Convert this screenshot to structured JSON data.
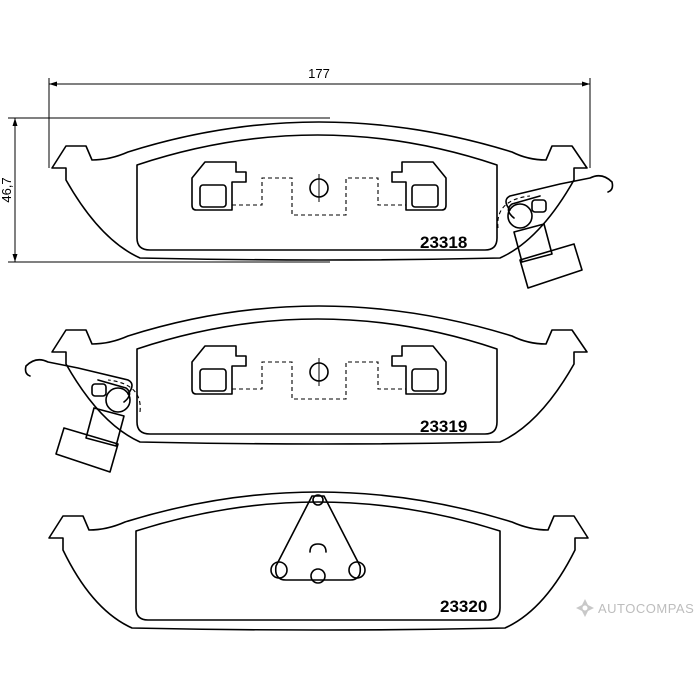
{
  "dimensions": {
    "width_label": "177",
    "height_label": "46,7"
  },
  "pads": [
    {
      "part_number": "23318"
    },
    {
      "part_number": "23319"
    },
    {
      "part_number": "23320"
    }
  ],
  "watermark": {
    "text": "AUTOCOMPAS",
    "logo_icon": "autocompas-star-logo-icon"
  }
}
